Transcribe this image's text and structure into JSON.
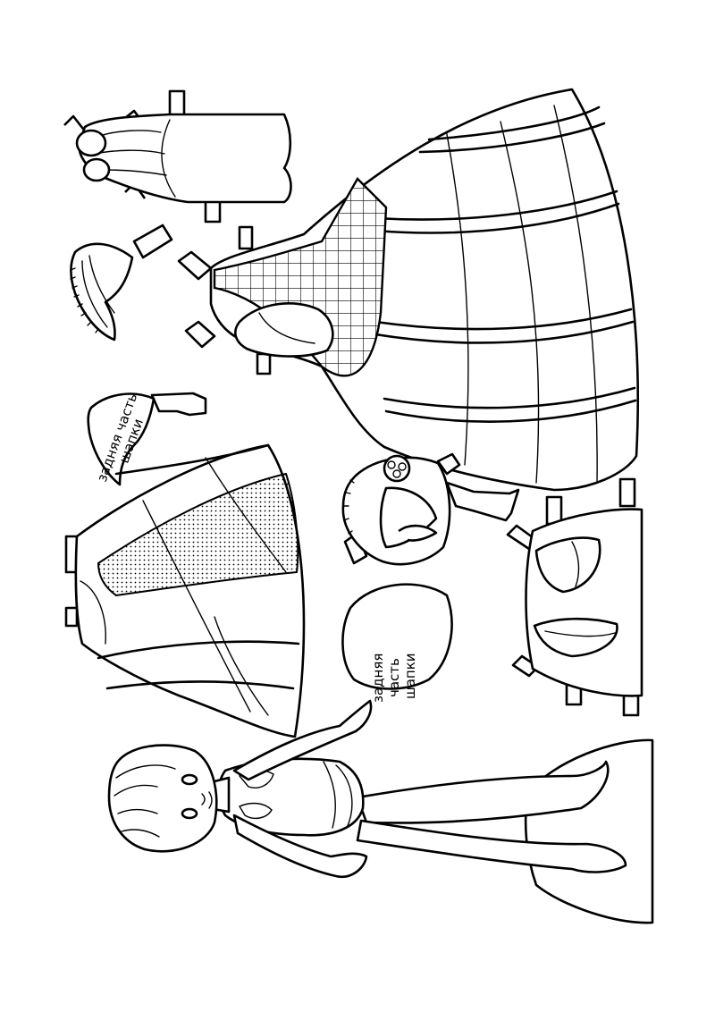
{
  "sheet": {
    "background": "#ffffff",
    "ink": "#000000"
  },
  "labels": {
    "hat_back_label_1_line1": "задняя часть",
    "hat_back_label_1_line2": "шапки",
    "hat_back_label_2_line1": "задняя",
    "hat_back_label_2_line2": "часть",
    "hat_back_label_2_line3": "шапки"
  }
}
